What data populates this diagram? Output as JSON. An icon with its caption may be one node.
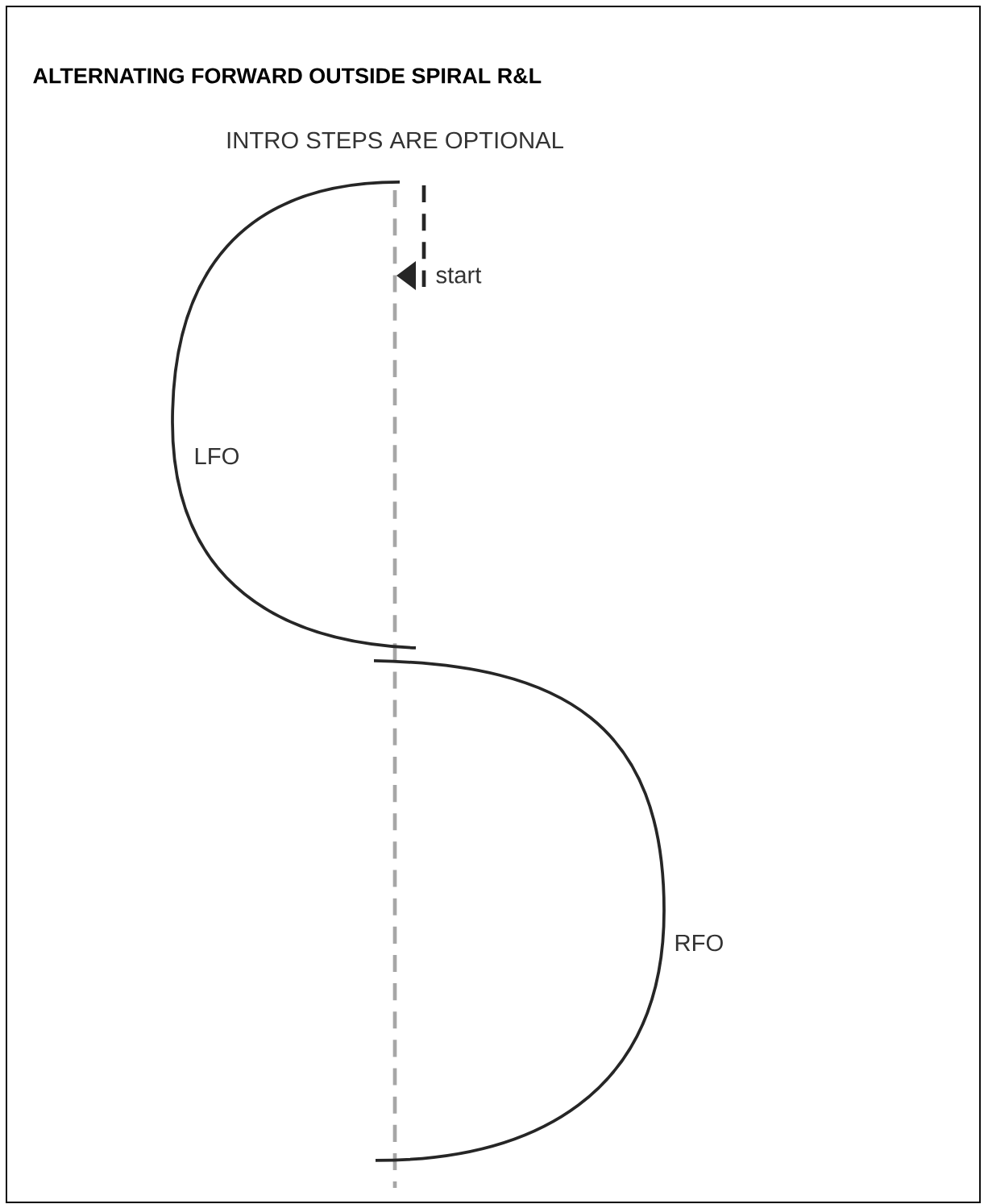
{
  "diagram": {
    "title": "ALTERNATING FORWARD OUTSIDE SPIRAL R&L",
    "labels": [
      "INTRO STEPS ARE OPTIONAL",
      "start",
      "LFO",
      "RFO"
    ]
  }
}
